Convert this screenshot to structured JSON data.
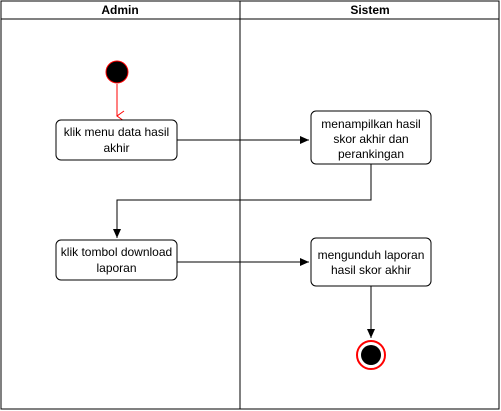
{
  "lanes": {
    "admin": {
      "title": "Admin"
    },
    "sistem": {
      "title": "Sistem"
    }
  },
  "nodes": {
    "klik_menu": {
      "line1": "klik menu data hasil",
      "line2": "akhir"
    },
    "menampilkan": {
      "line1": "menampilkan hasil",
      "line2": "skor akhir dan",
      "line3": "perankingan"
    },
    "klik_download": {
      "line1": "klik tombol download",
      "line2": "laporan"
    },
    "mengunduh": {
      "line1": "mengunduh laporan",
      "line2": "hasil skor akhir"
    }
  },
  "colors": {
    "stroke": "#000000",
    "start_fill": "#000000",
    "start_arrow": "#ff0000",
    "end_ring": "#ff0000",
    "background": "#ffffff"
  }
}
